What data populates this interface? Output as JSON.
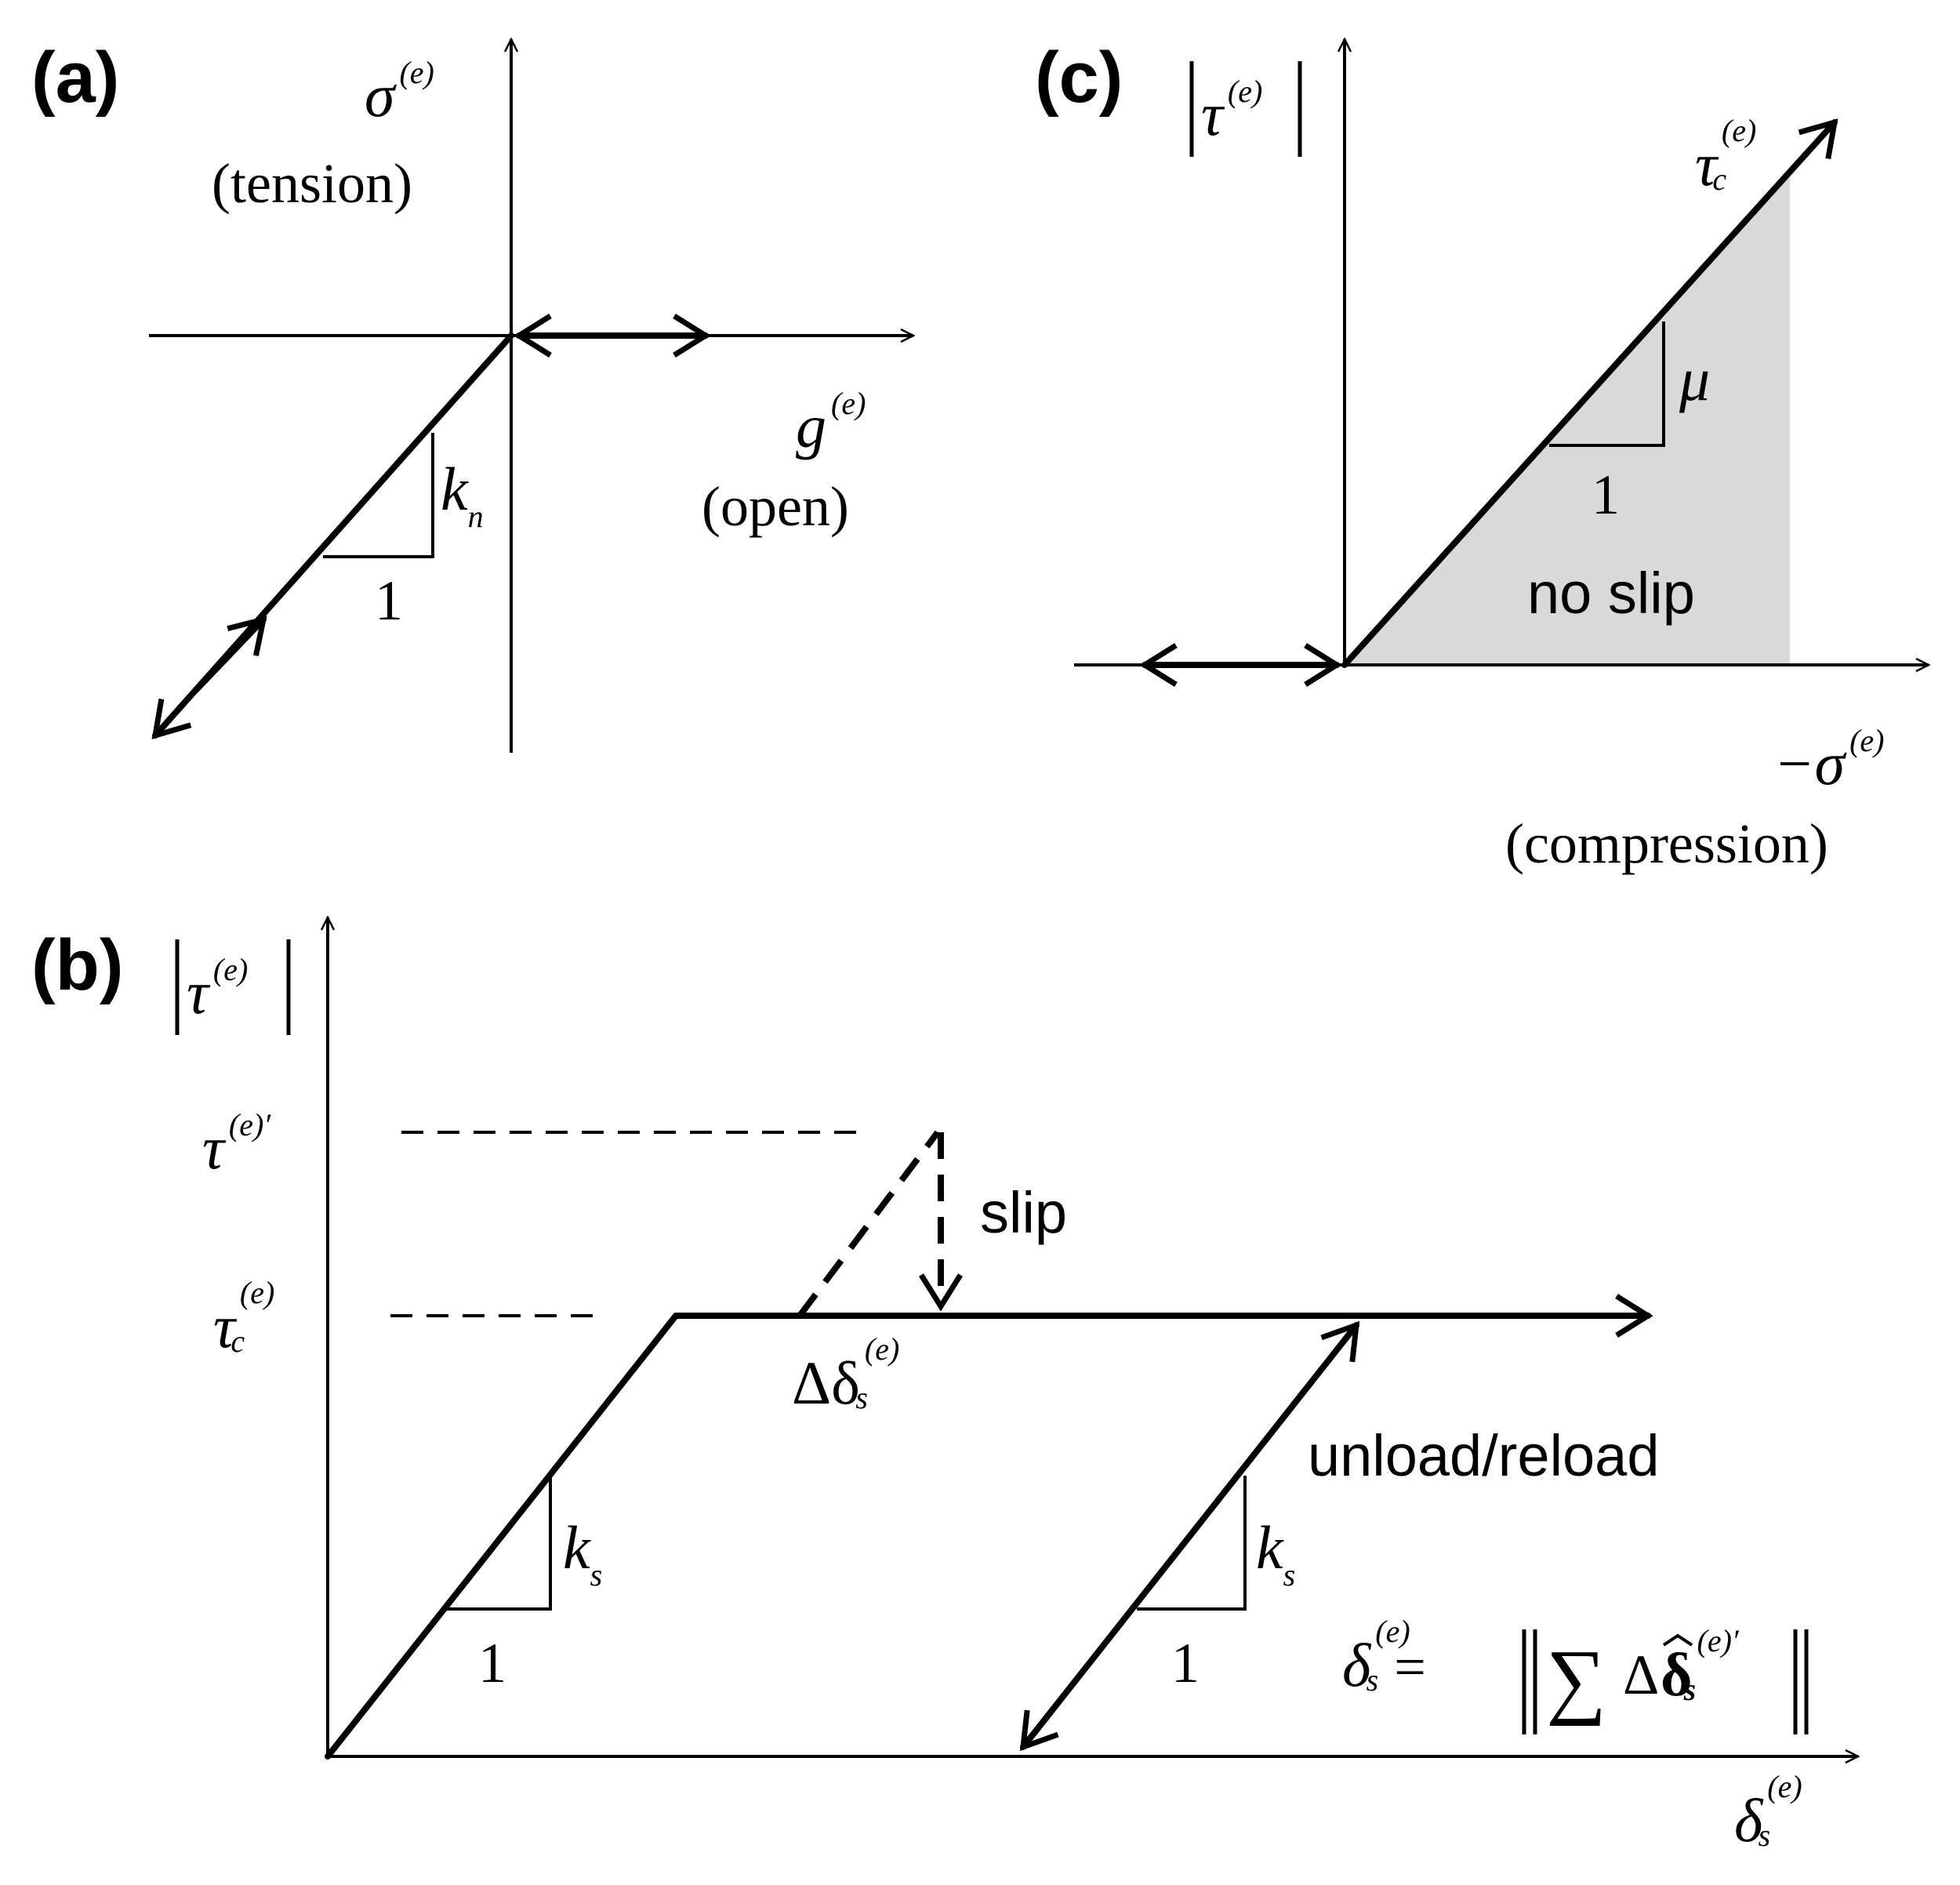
{
  "panels": {
    "a": {
      "label": "(a)",
      "y_axis_label": "σ",
      "y_axis_sup": "(e)",
      "y_axis_caption": "(tension)",
      "x_axis_label": "g",
      "x_axis_sup": "(e)",
      "x_axis_caption": "(open)",
      "slope_label": "k",
      "slope_sub": "n",
      "run_label": "1"
    },
    "b": {
      "label": "(b)",
      "y_axis_label": "τ",
      "y_axis_sup": "(e)",
      "tau_prime_label": "τ",
      "tau_prime_sup": "(e)′",
      "tau_c_label": "τ",
      "tau_c_sup": "(e)",
      "tau_c_sub": "c",
      "slip_label": "slip",
      "delta_label": "Δδ",
      "delta_sup": "(e)",
      "delta_sub": "s",
      "unload_label": "unload/reload",
      "slope1_label": "k",
      "slope1_sub": "s",
      "run1_label": "1",
      "slope2_label": "k",
      "slope2_sub": "s",
      "run2_label": "1",
      "eq_lhs": "δ",
      "eq_lhs_sup": "(e)",
      "eq_lhs_sub": "s",
      "eq_eq": "=",
      "eq_sum": "∑",
      "eq_delta": "Δ",
      "eq_vec": "δ",
      "eq_vec_sup": "(e)′",
      "eq_vec_sub": "s",
      "x_axis_label": "δ",
      "x_axis_sup": "(e)",
      "x_axis_sub": "s"
    },
    "c": {
      "label": "(c)",
      "y_axis_label": "τ",
      "y_axis_sup": "(e)",
      "line_label": "τ",
      "line_sup": "(e)",
      "line_sub": "c",
      "slope_label": "μ",
      "run_label": "1",
      "region_label": "no slip",
      "x_axis_label": "−σ",
      "x_axis_sup": "(e)",
      "x_axis_caption": "(compression)",
      "region_color": "#d9d9d9"
    }
  }
}
